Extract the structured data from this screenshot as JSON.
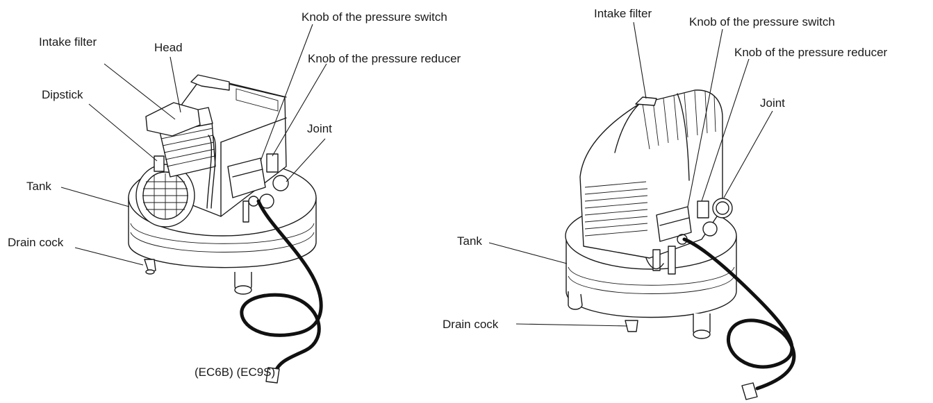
{
  "left_figure": {
    "labels": {
      "knob_pressure_switch": "Knob of the pressure switch",
      "intake_filter": "Intake filter",
      "head": "Head",
      "knob_pressure_reducer": "Knob of the pressure reducer",
      "dipstick": "Dipstick",
      "joint": "Joint",
      "tank": "Tank",
      "drain_cock": "Drain cock"
    },
    "model_caption": "(EC6B) (EC9S)"
  },
  "right_figure": {
    "labels": {
      "intake_filter": "Intake filter",
      "knob_pressure_switch": "Knob of the pressure switch",
      "knob_pressure_reducer": "Knob of the pressure reducer",
      "joint": "Joint",
      "tank": "Tank",
      "drain_cock": "Drain cock"
    }
  }
}
